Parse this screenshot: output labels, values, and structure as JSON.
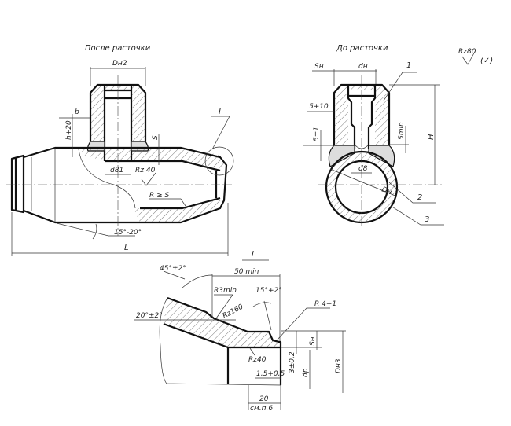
{
  "left_view": {
    "title": "После  расточки",
    "labels": {
      "Dn2": "Dн2",
      "b": "b",
      "h": "h+20",
      "S": "S",
      "d81": "d81",
      "Rz40": "Rz 40",
      "R": "R ≥ S",
      "angle": "15°-20°",
      "L": "L",
      "section": "I"
    }
  },
  "right_view": {
    "title": "До  расточки",
    "labels": {
      "Sn": "Sн",
      "dn": "dн",
      "s5": "5+10",
      "s51": "5±1",
      "smin": "5min",
      "H": "H",
      "d8": "d8",
      "Dn": "Dн",
      "p1": "1",
      "p2": "2",
      "p3": "3"
    }
  },
  "roughness": {
    "symbol": "Rz80",
    "paren": "(✓)"
  },
  "detail": {
    "title": "I",
    "labels": {
      "a45": "45°±2°",
      "min50": "50 min",
      "a15": "15°+2°",
      "r3": "R3min",
      "rz160": "Rz160",
      "a20": "20°±2°",
      "r4": "R 4+1",
      "sn": "Sн",
      "t3": "3±0,2",
      "rz40": "Rz40",
      "t15": "1,5+0,5",
      "dp": "dр",
      "dn3": "Dн3",
      "w20": "20",
      "ref": "см.п.6"
    }
  },
  "colors": {
    "line": "#111111",
    "background": "#ffffff"
  }
}
